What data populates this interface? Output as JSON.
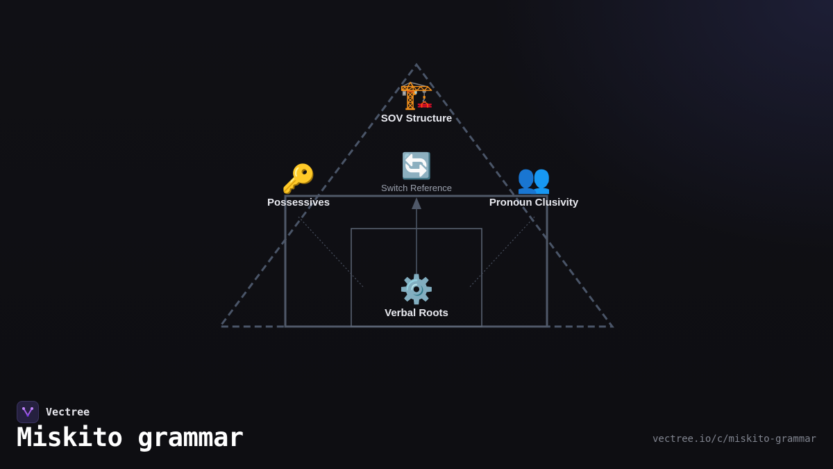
{
  "diagram": {
    "nodes": {
      "top": {
        "icon": "🏗️",
        "icon_name": "construction-crane-icon",
        "label": "SOV Structure"
      },
      "center": {
        "icon": "🔄",
        "icon_name": "cycle-arrows-icon",
        "label": "Switch Reference"
      },
      "left": {
        "icon": "🔑",
        "icon_name": "key-icon",
        "label": "Possessives"
      },
      "right": {
        "icon": "👥",
        "icon_name": "people-icon",
        "label": "Pronoun Clusivity"
      },
      "bottom": {
        "icon": "⚙️",
        "icon_name": "gear-icon",
        "label": "Verbal Roots"
      }
    },
    "colors": {
      "line": "#4a5568",
      "line_light": "#6b7585"
    }
  },
  "brand": {
    "name": "Vectree",
    "logo_color": "#a45ee8"
  },
  "page": {
    "title": "Miskito grammar",
    "url": "vectree.io/c/miskito-grammar"
  }
}
